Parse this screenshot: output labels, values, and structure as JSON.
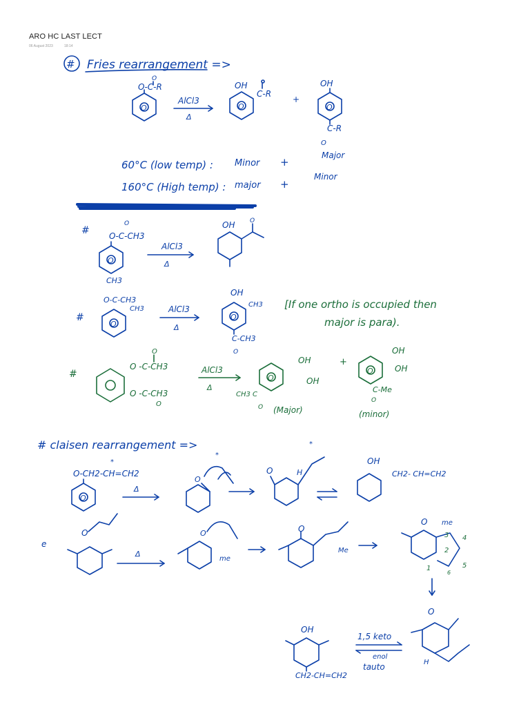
{
  "header": {
    "title": "ARO HC LAST LECT",
    "date": "06 August 2023",
    "time": "18:14"
  },
  "fries": {
    "heading": "Fries rearrangement =>",
    "hash": "#",
    "reactant_group": "O-C-R",
    "carbonyl_o": "O",
    "reagent": "AlCl3",
    "heat": "Δ",
    "ortho_oh": "OH",
    "ortho_group": "C-R",
    "plus": "+",
    "para_oh": "OH",
    "para_group": "C-R",
    "para_o": "O",
    "major_label": "Major",
    "minor_label": "Minor",
    "low_temp": "60°C (low temp) :",
    "low_temp_result": "Minor",
    "high_temp": "160°C (High temp) :",
    "high_temp_result": "major",
    "plus_sign": "+",
    "ring_o": "O"
  },
  "ex1": {
    "hash": "#",
    "group": "O-C-CH3",
    "o": "O",
    "ch3": "CH3",
    "reagent": "AlCl3",
    "heat": "Δ",
    "oh": "OH",
    "o2": "O"
  },
  "ex2": {
    "hash": "#",
    "group": "O-C-CH3",
    "ch3": "CH3",
    "reagent": "AlCl3",
    "heat": "Δ",
    "oh": "OH",
    "ch3b": "CH3",
    "acyl": "C-CH3",
    "o": "O",
    "note_line1": "[If one ortho is occupied then",
    "note_line2": "major is para)."
  },
  "ex3": {
    "hash": "#",
    "top_group": "O -C-CH3",
    "bottom_group": "O -C-CH3",
    "o_top": "O",
    "o_bottom": "O",
    "reagent": "AlCl3",
    "heat": "Δ",
    "oh1": "OH",
    "oh2": "OH",
    "ch3c": "CH3 C",
    "o": "O",
    "major": "(Major)",
    "plus": "+",
    "oh3": "OH",
    "oh4": "OH",
    "me": "C-Me",
    "o2": "O",
    "minor": "(minor)"
  },
  "claisen": {
    "heading": "# claisen rearrangement =>",
    "star": "*",
    "chain": "O-CH2-CH=CH2",
    "heat": "Δ",
    "o_label": "O",
    "o_ketone": "O",
    "h": "H",
    "oh": "OH",
    "product_chain": "CH2- CH=CH2",
    "ring_o": "O"
  },
  "claisen2": {
    "e": "e",
    "o": "O",
    "heat": "Δ",
    "o2": "O",
    "me1": "me",
    "o3": "O",
    "me2": "Me",
    "o4": "O",
    "me3": "me",
    "n1": "1",
    "n2": "2",
    "n3": "3",
    "n4": "4",
    "n5": "5",
    "n6": "6",
    "o5": "O",
    "h": "H",
    "oh": "OH",
    "tauto_top": "1,5 keto",
    "tauto_mid": "enol",
    "tauto_bot": "tauto",
    "bottom_chain": "CH2-CH=CH2"
  }
}
